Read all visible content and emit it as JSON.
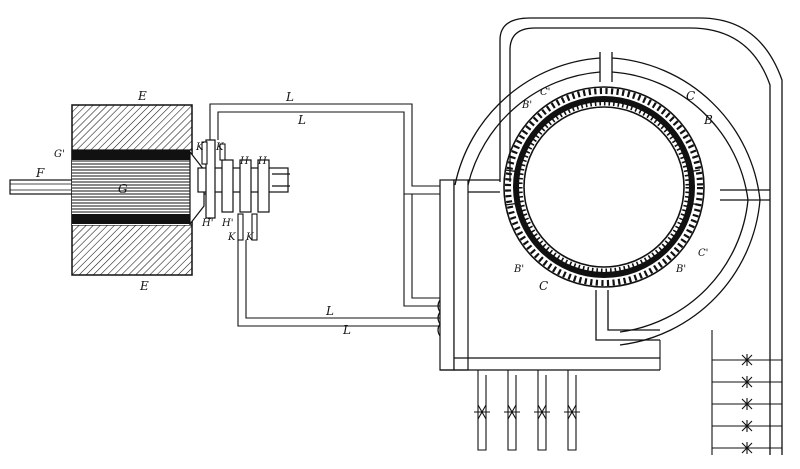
{
  "labels": {
    "generator_frame_top": "E",
    "generator_frame_bottom": "E",
    "armature": "G",
    "armature_core": "G'",
    "shaft": "F",
    "brushes_k_top_left": "K",
    "brushes_k_top_right": "K",
    "rings_h_top_left": "H",
    "rings_h_top_right": "H",
    "rings_h_bottom_left": "H'",
    "rings_h_bottom_right": "H'",
    "brushes_k_bottom_left": "K",
    "brushes_k_bottom_right": "K",
    "line_upper_1": "L",
    "line_upper_2": "L",
    "line_lower_1": "L",
    "line_lower_2": "L",
    "ring_c_top": "C",
    "ring_b_top_right": "B",
    "ring_b_top_left": "B'",
    "ring_c_top_left": "C'",
    "ring_c_right": "C'",
    "ring_b_right": "B'",
    "ring_b_bottom_left": "B'",
    "ring_c_bottom": "C"
  },
  "colors": {
    "ink": "#111111",
    "paper": "#ffffff"
  }
}
